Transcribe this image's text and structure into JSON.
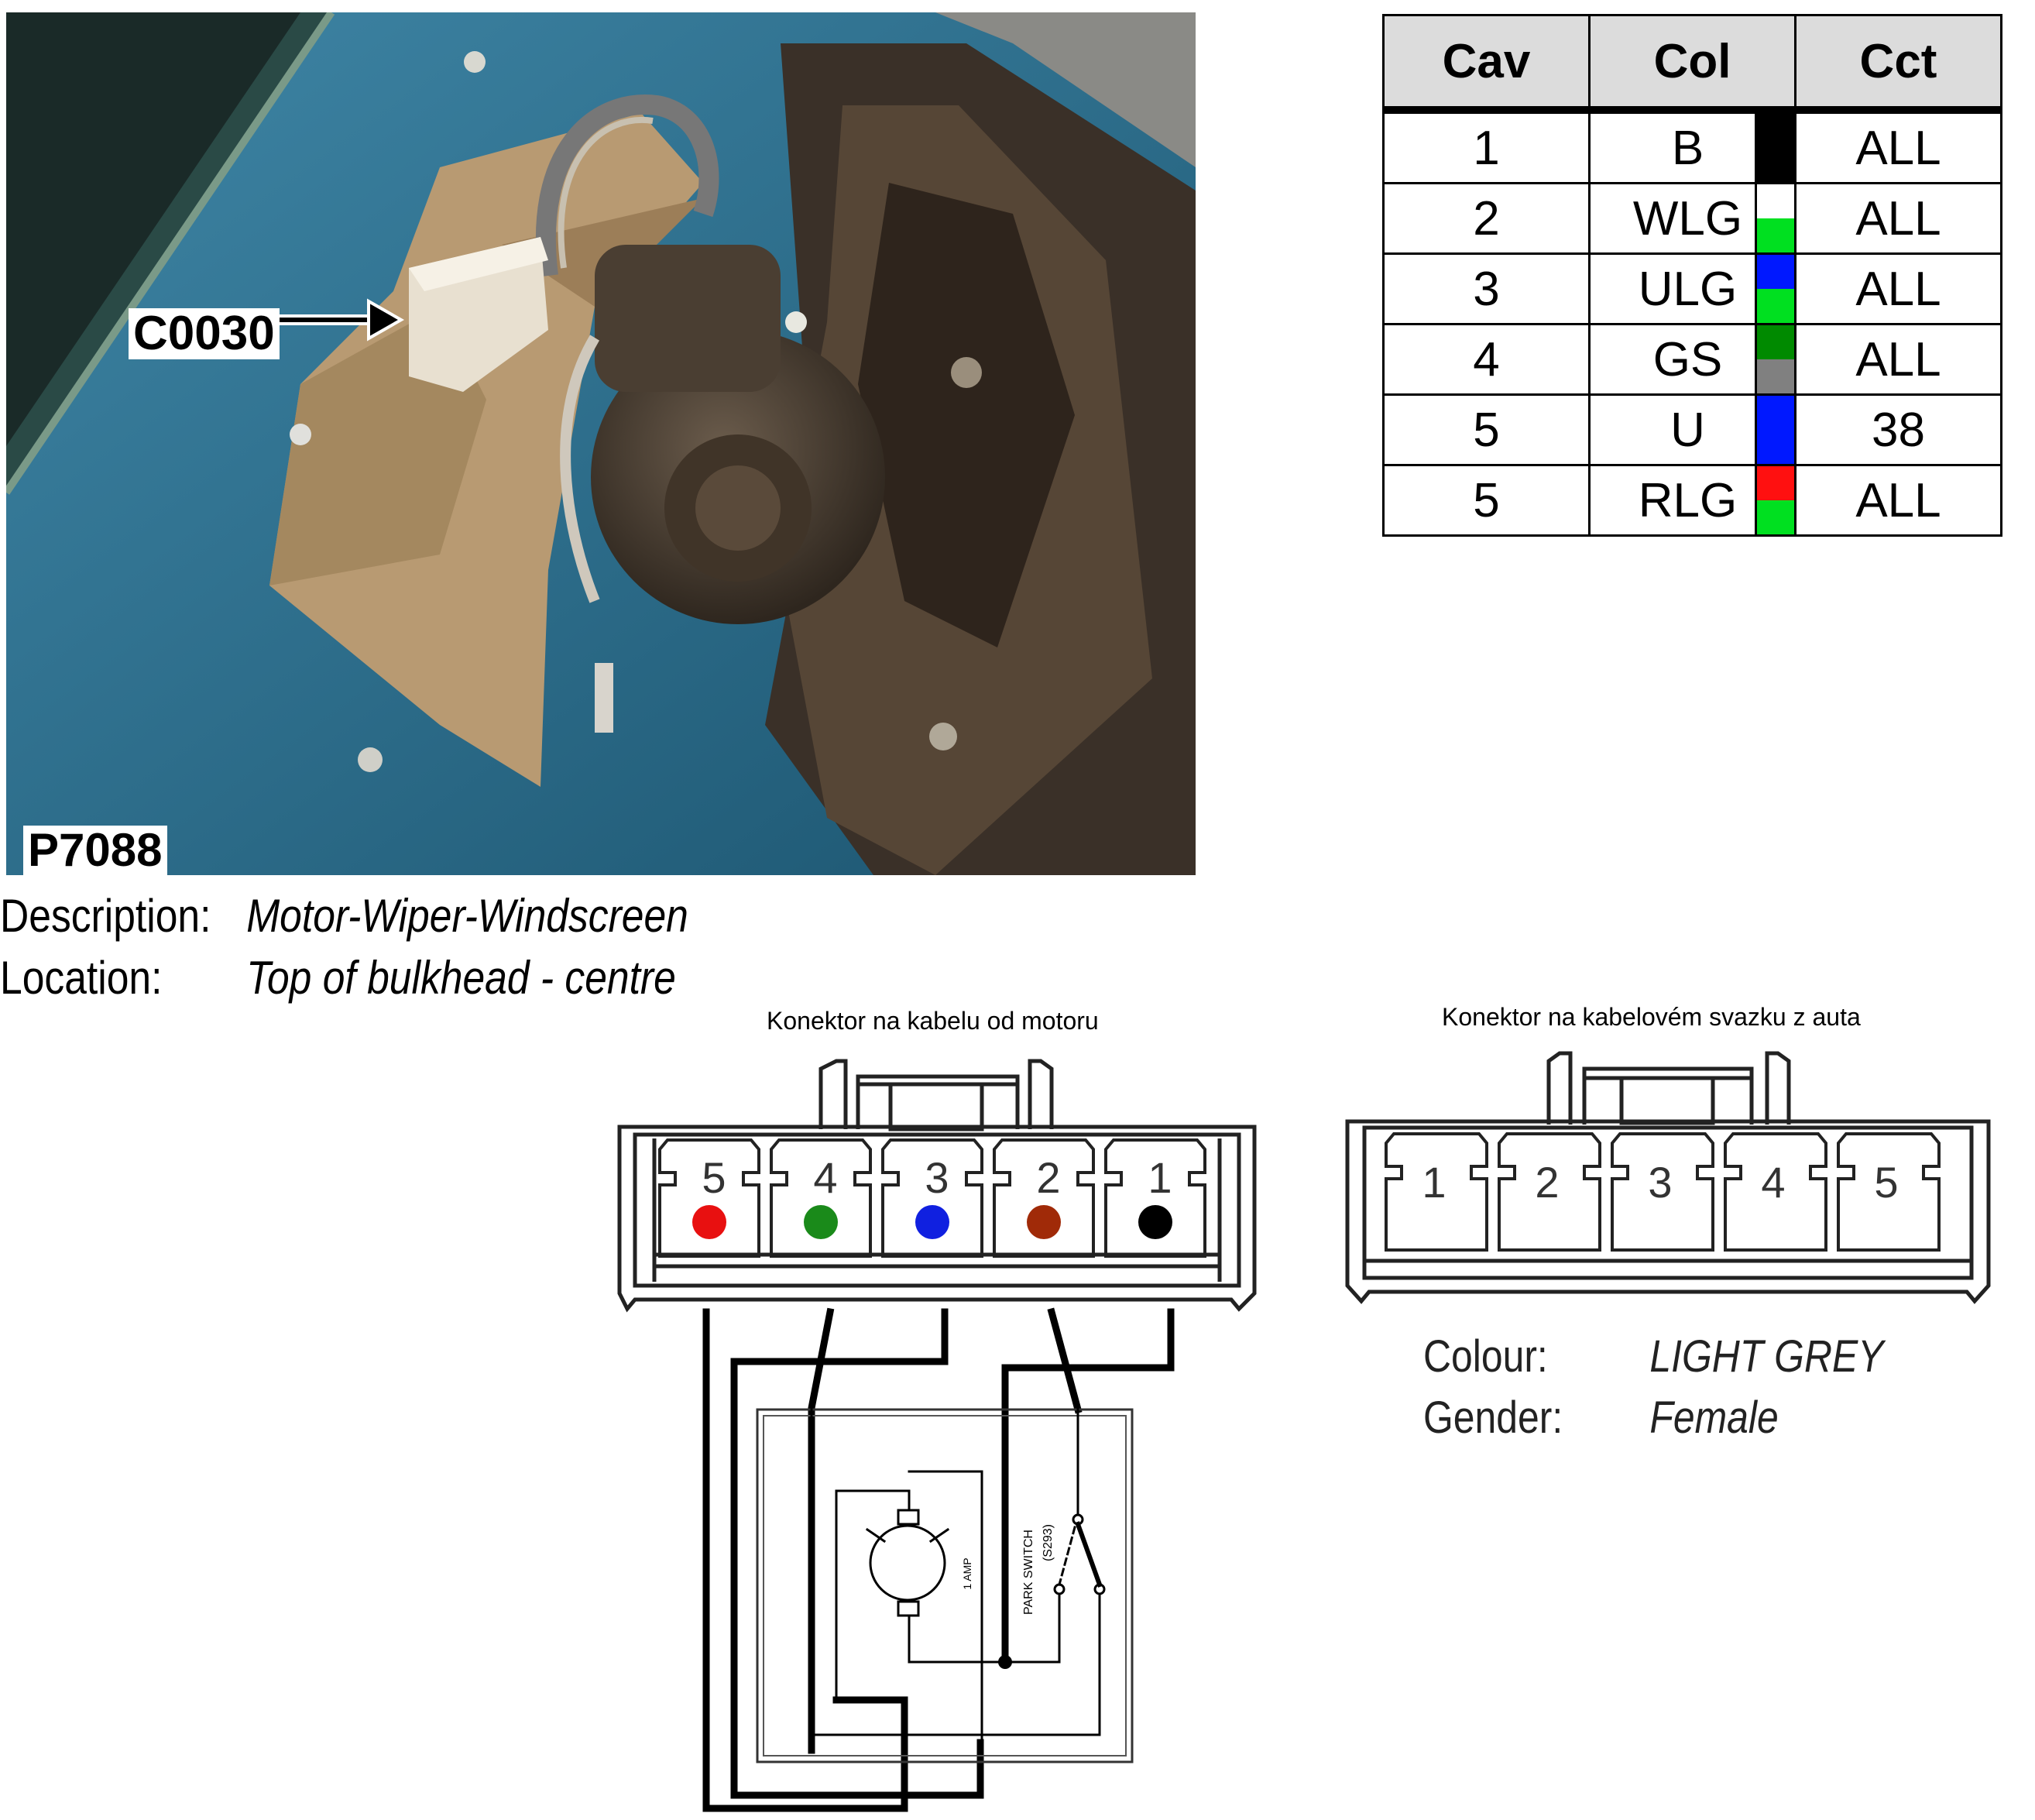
{
  "photo": {
    "connector_label": "C0030",
    "picture_code": "P7088"
  },
  "pin_table": {
    "headers": [
      "Cav",
      "Col",
      "Cct"
    ],
    "rows": [
      {
        "cav": "1",
        "col": "B",
        "cct": "ALL",
        "colors": [
          "#000000"
        ]
      },
      {
        "cav": "2",
        "col": "WLG",
        "cct": "ALL",
        "colors": [
          "#ffffff",
          "#00e020"
        ]
      },
      {
        "cav": "3",
        "col": "ULG",
        "cct": "ALL",
        "colors": [
          "#0018ff",
          "#00e020"
        ]
      },
      {
        "cav": "4",
        "col": "GS",
        "cct": "ALL",
        "colors": [
          "#008a00",
          "#808080"
        ]
      },
      {
        "cav": "5",
        "col": "U",
        "cct": "38",
        "colors": [
          "#0018ff"
        ]
      },
      {
        "cav": "5",
        "col": "RLG",
        "cct": "ALL",
        "colors": [
          "#ff1010",
          "#00e020"
        ]
      }
    ]
  },
  "description": {
    "label": "Description:",
    "value": "Motor-Wiper-Windscreen"
  },
  "location": {
    "label": "Location:",
    "value": "Top of bulkhead - centre"
  },
  "motor_connector": {
    "caption": "Konektor na kabelu od motoru",
    "cavities": [
      {
        "number": "5",
        "dot_color": "#e81010"
      },
      {
        "number": "4",
        "dot_color": "#1a8a1a"
      },
      {
        "number": "3",
        "dot_color": "#1020e0"
      },
      {
        "number": "2",
        "dot_color": "#a02a08"
      },
      {
        "number": "1",
        "dot_color": "#000000"
      }
    ]
  },
  "harness_connector": {
    "caption": "Konektor na kabelovém svazku z auta",
    "cavities": [
      "1",
      "2",
      "3",
      "4",
      "5"
    ]
  },
  "schematic": {
    "park_switch_label": "PARK SWITCH",
    "park_switch_code": "(S293)",
    "fuse_label": "1 AMP"
  },
  "properties": {
    "colour_label": "Colour:",
    "colour_value": "LIGHT GREY",
    "gender_label": "Gender:",
    "gender_value": "Female"
  }
}
